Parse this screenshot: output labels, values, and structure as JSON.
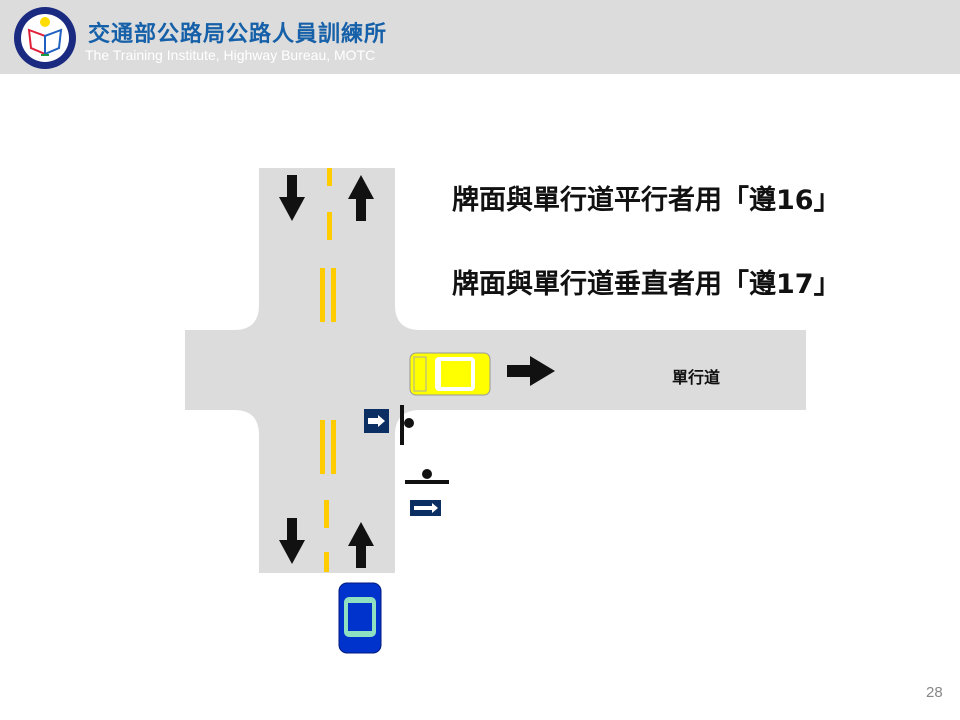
{
  "header": {
    "title_zh": "交通部公路局公路人員訓練所",
    "title_en": "The Training Institute, Highway Bureau, MOTC"
  },
  "rules": [
    "牌面與單行道平行者用「遵16」",
    "牌面與單行道垂直者用「遵17」"
  ],
  "road_label": "單行道",
  "page_number": "28",
  "colors": {
    "road": "#dcdcdc",
    "lane_yellow": "#ffcc00",
    "taxi": "#ffff00",
    "blue_car": "#0033cc",
    "sign": "#0b2f63"
  }
}
